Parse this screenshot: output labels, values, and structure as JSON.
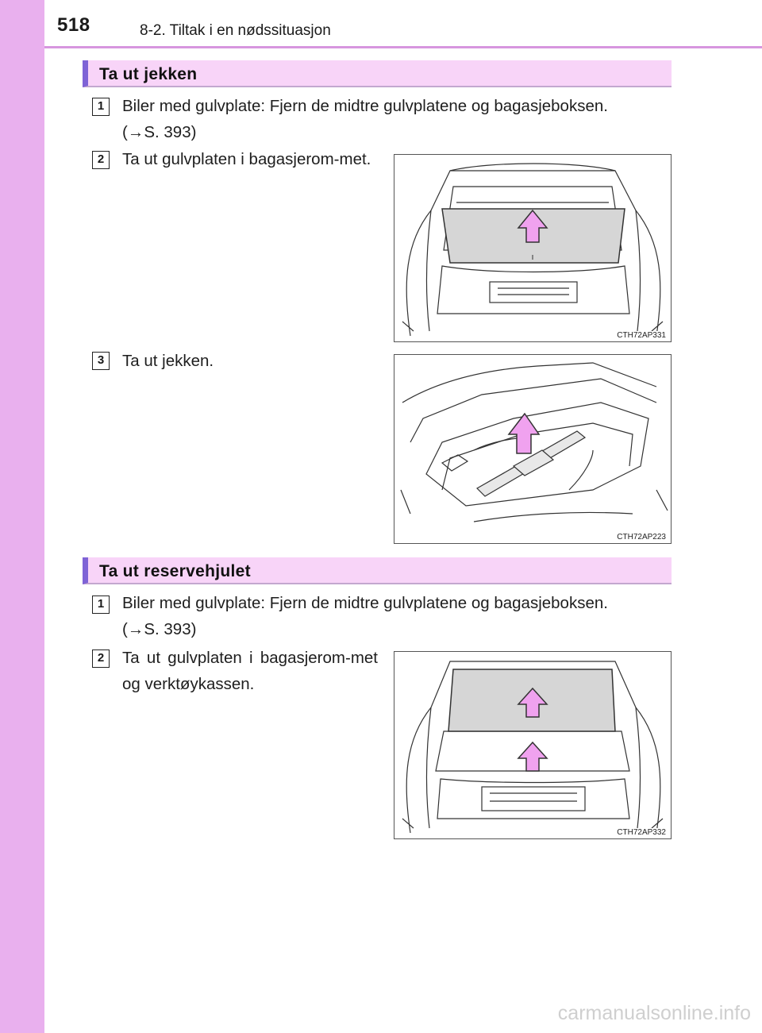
{
  "header": {
    "page_number": "518",
    "chapter": "8-2. Tiltak i en nødssituasjon"
  },
  "sections": [
    {
      "title": "Ta ut jekken",
      "steps": [
        {
          "num": "1",
          "text": "Biler med gulvplate: Fjern de midtre gulvplatene og bagasjeboksen.",
          "ref_arrow": "→",
          "ref": "S. 393)"
        },
        {
          "num": "2",
          "text": "Ta ut gulvplaten i bagasjerom-met.",
          "figure_code": "CTH72AP331"
        },
        {
          "num": "3",
          "text": "Ta ut jekken.",
          "figure_code": "CTH72AP223"
        }
      ]
    },
    {
      "title": "Ta ut reservehjulet",
      "steps": [
        {
          "num": "1",
          "text": "Biler med gulvplate: Fjern de midtre gulvplatene og bagasjeboksen.",
          "ref_arrow": "→",
          "ref": "S. 393)"
        },
        {
          "num": "2",
          "text": "Ta ut gulvplaten i bagasjerom-met og verktøykassen.",
          "figure_code": "CTH72AP332"
        }
      ]
    }
  ],
  "watermark": "carmanualsonline.info",
  "colors": {
    "side_bar": "#e9b0ee",
    "section_bg": "#f8d4f8",
    "section_accent": "#7f63d6",
    "arrow": "#f0a2ef"
  }
}
